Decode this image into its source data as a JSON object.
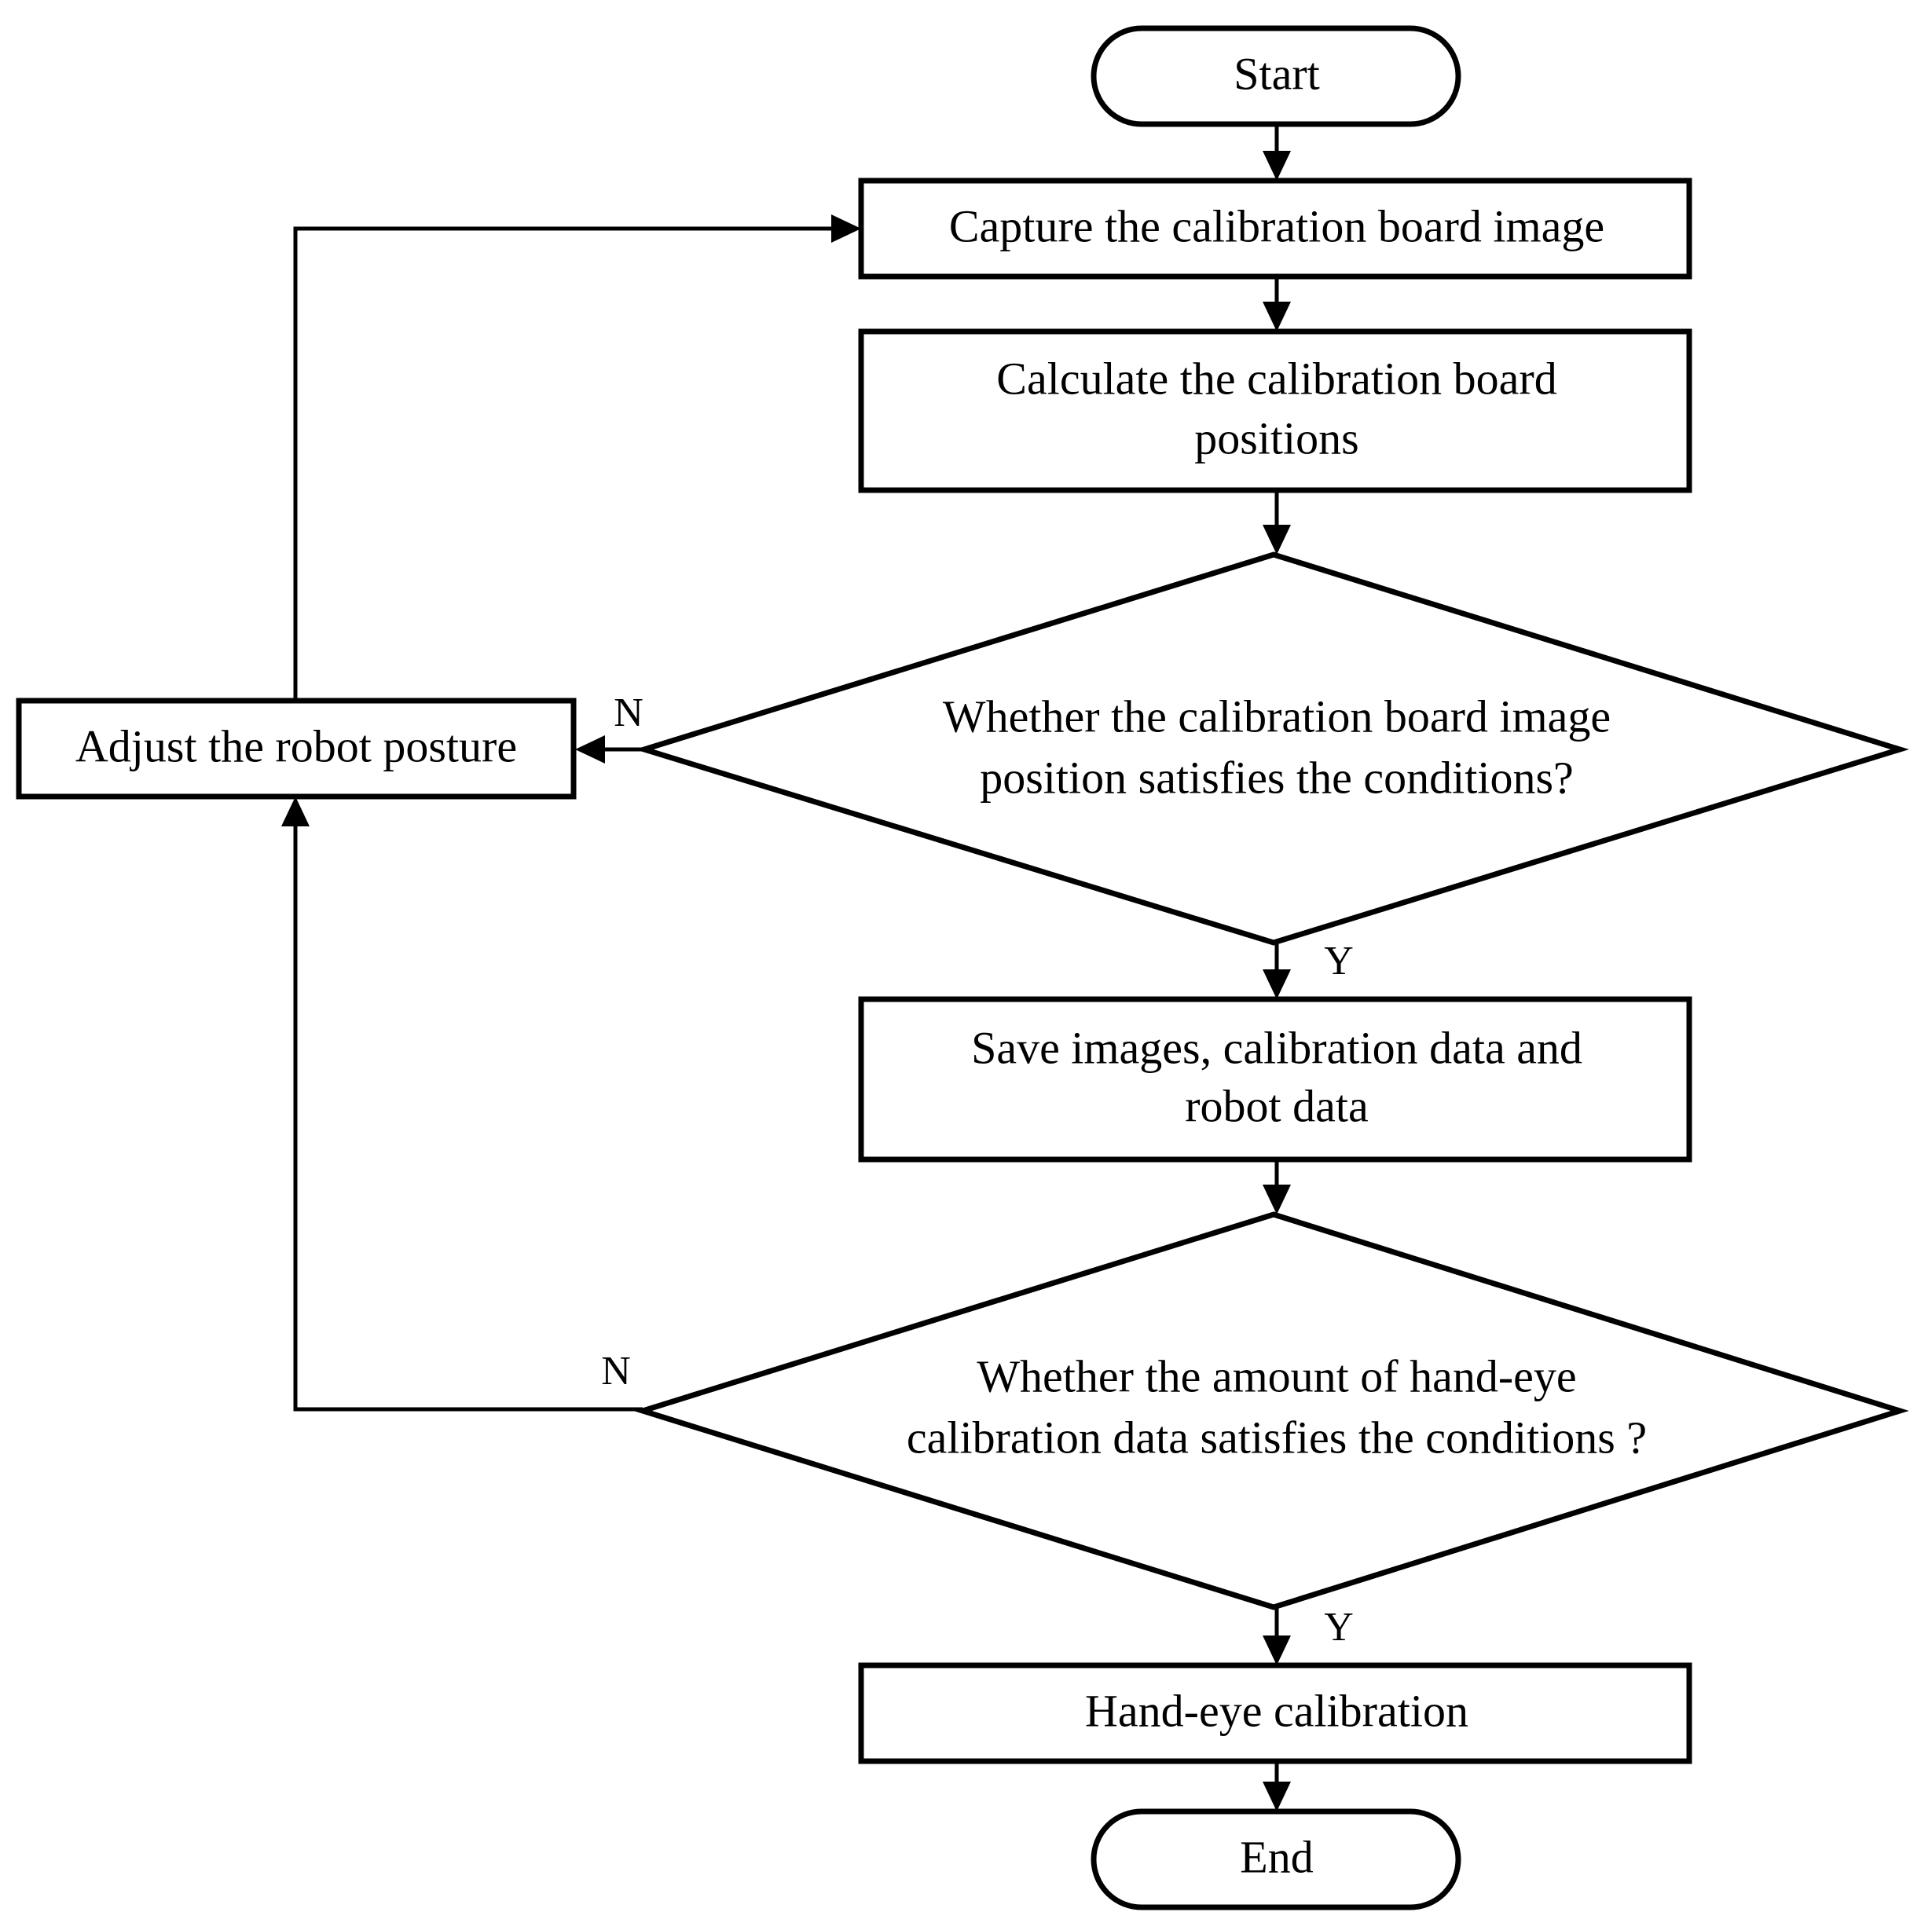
{
  "flowchart": {
    "start": "Start",
    "capture": "Capture the calibration board image",
    "calculate": {
      "line1": "Calculate the calibration board",
      "line2": "positions"
    },
    "decision1": {
      "line1": "Whether the  calibration board image",
      "line2": "position satisfies the conditions?"
    },
    "adjust": "Adjust the robot posture",
    "save": {
      "line1": "Save images, calibration data  and",
      "line2": "robot data"
    },
    "decision2": {
      "line1": "Whether the amount of hand-eye",
      "line2": "calibration data satisfies the conditions ?"
    },
    "handeye": "Hand-eye calibration",
    "end": "End",
    "labels": {
      "no_1": "N",
      "no_2": "N",
      "yes_1": "Y",
      "yes_2": "Y"
    }
  },
  "colors": {
    "stroke": "#000000",
    "background": "#ffffff"
  }
}
